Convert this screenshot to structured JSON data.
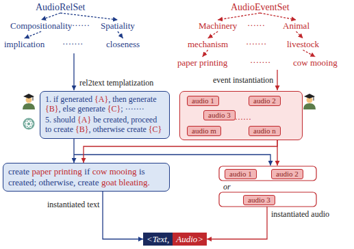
{
  "diagram": {
    "nodes": [
      {
        "text": [
          "AudioRelSet"
        ]
      },
      {
        "text": [
          "Compositionality"
        ]
      },
      {
        "text": [
          "Spatiality"
        ]
      },
      {
        "text": [
          "implication"
        ]
      },
      {
        "text": [
          "closeness"
        ]
      },
      {
        "text": [
          "AudioEventSet"
        ]
      },
      {
        "text": [
          "Machinery"
        ]
      },
      {
        "text": [
          "Animal"
        ]
      },
      {
        "text": [
          "mechanism"
        ]
      },
      {
        "text": [
          "livestock"
        ]
      },
      {
        "text": [
          "paper printing"
        ]
      },
      {
        "text": [
          "cow mooing"
        ]
      },
      {
        "text": [
          "1. if generated {A}, then generate {B}, else generate {C}; ·······",
          "5. should {A} be created, proceed to create {B}, otherwise create {C}"
        ]
      },
      {
        "text": [
          "·······"
        ]
      },
      {
        "text": [
          "audio 1"
        ],
        "in": 13
      },
      {
        "text": [
          "audio 2"
        ],
        "in": 13
      },
      {
        "text": [
          "audio 3"
        ],
        "in": 13
      },
      {
        "text": [
          "audio m"
        ],
        "in": 13
      },
      {
        "text": [
          "audio n"
        ],
        "in": 13
      },
      {
        "text": [
          "create",
          "paper printing",
          "if",
          "cow mooing",
          "is created; otherwise, create",
          "goat bleating."
        ]
      },
      {
        "text": [
          "audio 1"
        ]
      },
      {
        "text": [
          "audio 2"
        ]
      },
      {
        "text": [
          "audio 3"
        ]
      },
      {
        "text": [
          "<Text,",
          "Audio>"
        ]
      }
    ],
    "edges": [
      {
        "from": 0,
        "to": 1,
        "arrow": "to"
      },
      {
        "from": 0,
        "to": 2,
        "arrow": "to"
      },
      {
        "from": 1,
        "to": 3,
        "arrow": "to"
      },
      {
        "from": 2,
        "to": 4,
        "arrow": "to"
      },
      {
        "from": 5,
        "to": 6,
        "arrow": "to"
      },
      {
        "from": 5,
        "to": 7,
        "arrow": "to"
      },
      {
        "from": 6,
        "to": 8,
        "arrow": "to"
      },
      {
        "from": 7,
        "to": 9,
        "arrow": "to"
      },
      {
        "from": 8,
        "to": 10,
        "arrow": "to"
      },
      {
        "from": 9,
        "to": 11,
        "arrow": "to"
      },
      {
        "from": 12,
        "to": 19,
        "arrow": "to"
      },
      {
        "from": 13,
        "to": 19,
        "arrow": "to"
      },
      {
        "from": 19,
        "to": 23,
        "label": "instantiated text",
        "arrow": "to"
      }
    ],
    "labels": [
      "······",
      "·······",
      "······",
      "·······",
      "·······",
      "rel2text templatization",
      "event instantiation",
      "or",
      "instantiated audio"
    ]
  }
}
